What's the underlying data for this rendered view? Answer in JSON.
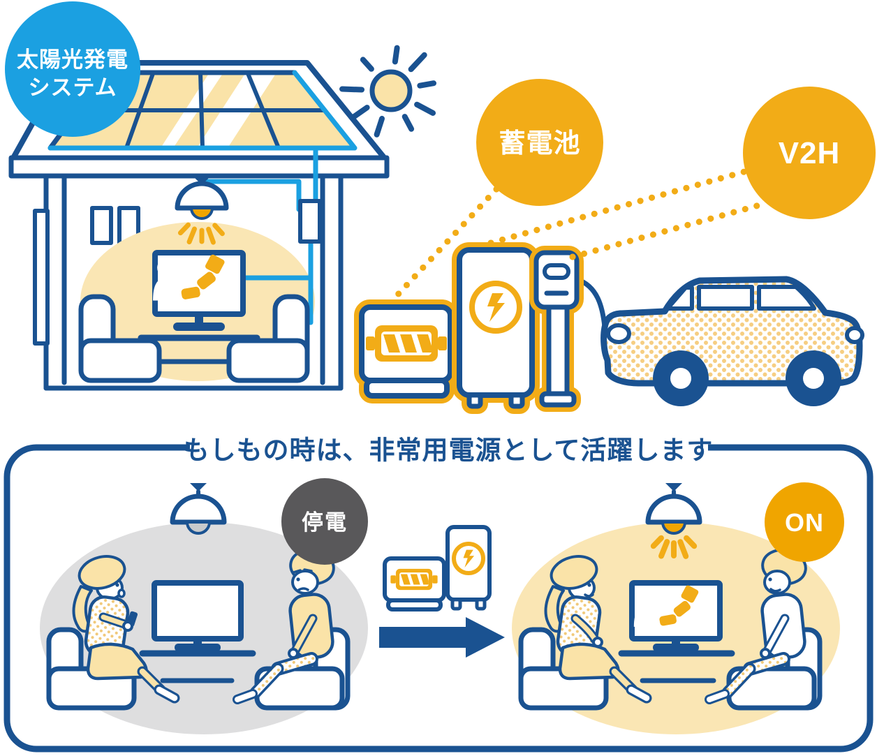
{
  "top_diagram": {
    "solar_label": {
      "line1": "太陽光発電",
      "line2": "システム"
    },
    "battery_label": "蓄電池",
    "v2h_label": "V2H"
  },
  "bottom_panel": {
    "title": "もしもの時は、非常用電源として活躍します",
    "outage_badge": "停電",
    "on_badge": "ON"
  },
  "colors": {
    "navy": "#1A5291",
    "blue": "#1BA0E1",
    "yellow": "#F2AC17",
    "yellow_deep": "#F0A500",
    "cream": "#FAE3A8",
    "cream_soft": "#FAE6B4",
    "gray_blob": "#DEDEDF",
    "gray_dark": "#59585A",
    "screen_gray": "#CDD0D3",
    "bulb_gray": "#C8CACC",
    "white": "#FFFFFF"
  },
  "icons": {
    "sun": "sun-icon",
    "lightning": "lightning-bolt-icon",
    "battery": "battery-gauge-icon",
    "lamp": "pendant-lamp-icon",
    "tv": "tv-icon",
    "car": "ev-car-icon",
    "charger": "ev-charger-icon",
    "arrow": "arrow-right-icon"
  }
}
